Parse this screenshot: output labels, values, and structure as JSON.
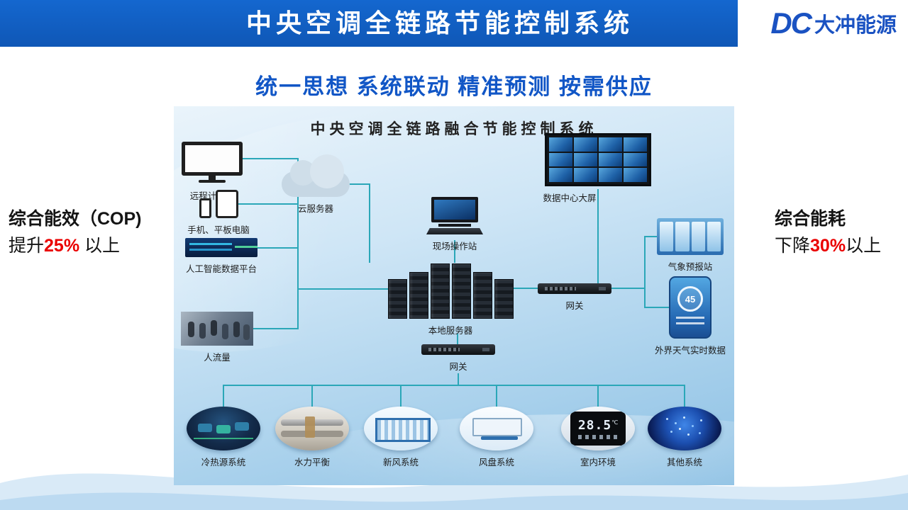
{
  "colors": {
    "header_blue": "#1157b6",
    "accent_blue": "#1156c6",
    "red": "#ea0000",
    "line_teal": "#2ba7b8"
  },
  "header": {
    "title": "中央空调全链路节能控制系统",
    "logo_dc": "DC",
    "logo_name": "大冲能源"
  },
  "subtitle": "统一思想 系统联动 精准预测 按需供应",
  "left_note": {
    "title": "综合能效（COP)",
    "prefix": "提升",
    "value": "25%",
    "suffix": " 以上"
  },
  "right_note": {
    "title": "综合能耗",
    "prefix": "下降",
    "value": "30%",
    "suffix": "以上"
  },
  "diagram": {
    "title": "中央空调全链路融合节能控制系统",
    "nodes": {
      "remote_computer": "远程计算机",
      "mobile_tablet": "手机、平板电脑",
      "cloud_server": "云服务器",
      "ai_platform": "人工智能数据平台",
      "people_flow": "人流量",
      "field_station": "现场操作站",
      "datacenter_screen": "数据中心大屏",
      "local_server": "本地服务器",
      "gateway_right": "网关",
      "weather_station": "气象预报站",
      "weather_data": "外界天气实时数据",
      "gateway_bottom": "网关",
      "thermostat_value": "28.5",
      "thermostat_unit": "℃",
      "phone_gauge_value": "45"
    },
    "subsystems": [
      "冷热源系统",
      "水力平衡",
      "新风系统",
      "风盘系统",
      "室内环境",
      "其他系统"
    ]
  }
}
